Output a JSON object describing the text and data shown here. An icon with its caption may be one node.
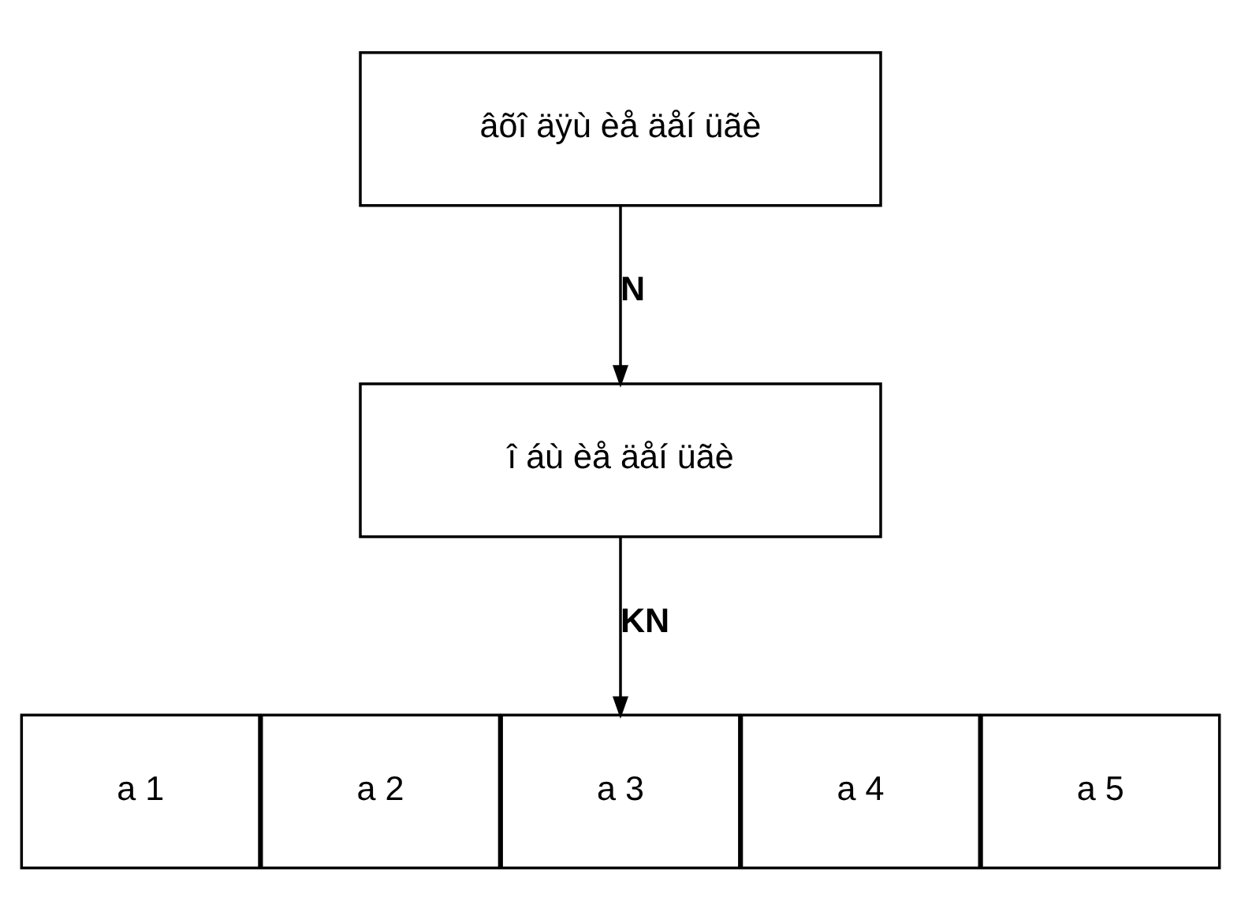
{
  "diagram": {
    "nodes": [
      {
        "text": [
          "âõî äÿù èå äåí üãè"
        ]
      },
      {
        "text": [
          "î áù èå äåí üãè"
        ]
      },
      {
        "text": [
          "a 1"
        ]
      },
      {
        "text": [
          "a 2"
        ]
      },
      {
        "text": [
          "a 3"
        ]
      },
      {
        "text": [
          "a 4"
        ]
      },
      {
        "text": [
          "a 5"
        ]
      }
    ],
    "edges": [
      {
        "from": 0,
        "to": 1,
        "arrow": "to",
        "label": "N"
      },
      {
        "from": 1,
        "to": 4,
        "arrow": "to",
        "label": "KN"
      }
    ]
  }
}
